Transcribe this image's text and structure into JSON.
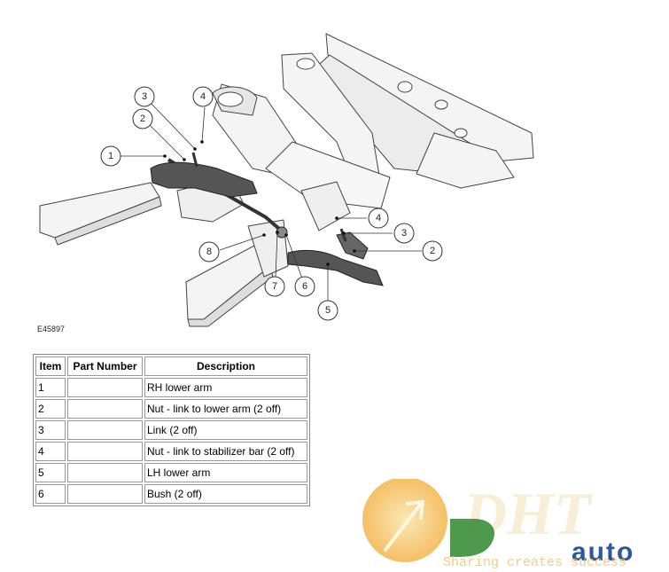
{
  "figure": {
    "code": "E45897",
    "callouts": [
      "1",
      "2",
      "3",
      "4",
      "5",
      "6",
      "7",
      "8",
      "2",
      "3",
      "4"
    ]
  },
  "table": {
    "headers": [
      "Item",
      "Part Number",
      "Description"
    ],
    "rows": [
      {
        "item": "1",
        "part_number": "",
        "description": "RH lower arm"
      },
      {
        "item": "2",
        "part_number": "",
        "description": "Nut - link to lower arm (2 off)"
      },
      {
        "item": "3",
        "part_number": "",
        "description": "Link (2 off)"
      },
      {
        "item": "4",
        "part_number": "",
        "description": "Nut - link to stabilizer bar (2 off)"
      },
      {
        "item": "5",
        "part_number": "",
        "description": "LH lower arm"
      },
      {
        "item": "6",
        "part_number": "",
        "description": "Bush (2 off)"
      }
    ]
  },
  "watermark": {
    "logo_text": "DHT",
    "brand": "auto",
    "tagline": "Sharing creates success",
    "colors": {
      "orange": "#f5a623",
      "green": "#3a8f3a",
      "blue": "#2a5a9a"
    }
  }
}
